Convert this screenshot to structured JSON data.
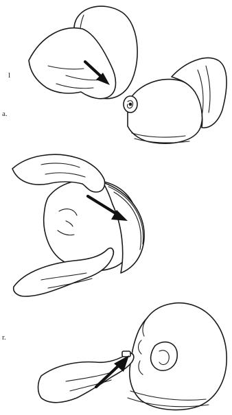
{
  "text_fragments": [
    "l",
    "a.",
    "r."
  ],
  "colors": {
    "ink": "#1a1a1a",
    "arrow": "#111111",
    "background": "#ffffff"
  }
}
